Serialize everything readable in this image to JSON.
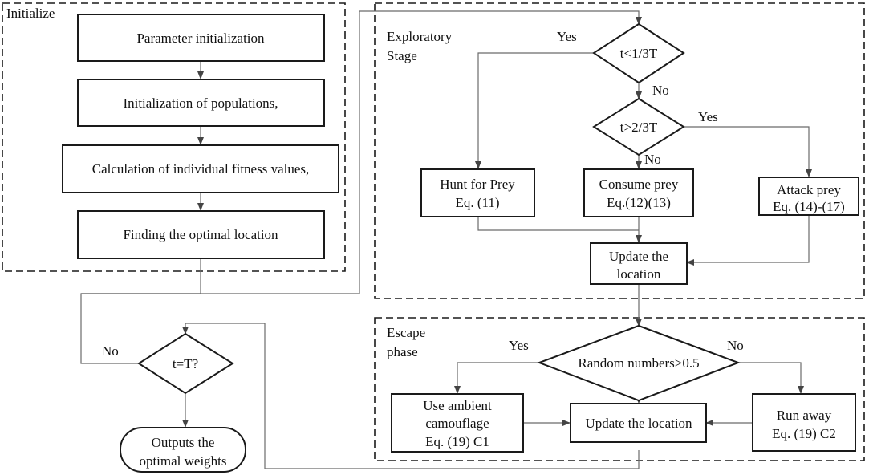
{
  "groups": {
    "initialize": "Initialize",
    "exploratory_line1": "Exploratory",
    "exploratory_line2": "Stage",
    "escape_line1": "Escape",
    "escape_line2": "phase"
  },
  "init_boxes": {
    "param_init": "Parameter initialization",
    "pop_init": "Initialization of populations,",
    "fitness": "Calculation of individual fitness values,",
    "optimal_loc": "Finding the optimal location"
  },
  "decisions": {
    "t_eq_T": "t=T?",
    "t_lt": "t<1/3T",
    "t_gt": "t>2/3T",
    "random": "Random numbers>0.5"
  },
  "terminal": {
    "line1": "Outputs the",
    "line2": "optimal weights"
  },
  "explore_boxes": {
    "hunt_line1": "Hunt for Prey",
    "hunt_line2": "Eq. (11)",
    "consume_line1": "Consume prey",
    "consume_line2": "Eq.(12)(13)",
    "attack_line1": "Attack prey",
    "attack_line2": "Eq. (14)-(17)",
    "update_line1": "Update the",
    "update_line2": "location"
  },
  "escape_boxes": {
    "camo_line1": "Use ambient",
    "camo_line2": "camouflage",
    "camo_line3": "Eq. (19) C1",
    "update": "Update the location",
    "run_line1": "Run away",
    "run_line2": "Eq. (19) C2"
  },
  "edge_labels": {
    "yes1": "Yes",
    "no1": "No",
    "yes2": "Yes",
    "no2": "No",
    "no_loop": "No",
    "yes3": "Yes",
    "no3": "No"
  }
}
